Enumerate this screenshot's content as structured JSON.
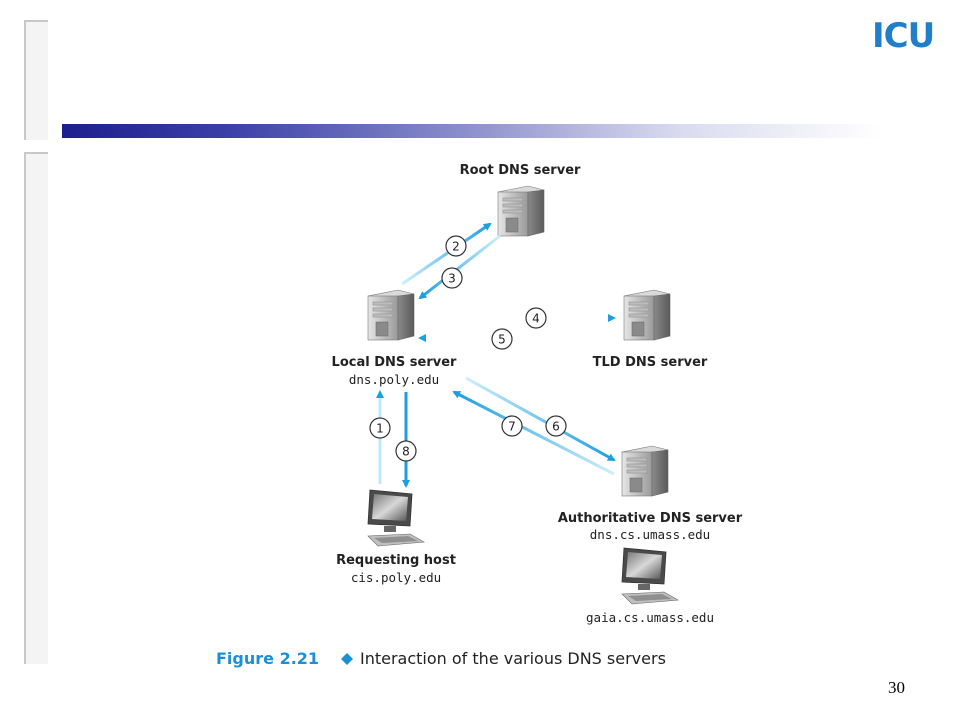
{
  "logo": {
    "text": "ICU"
  },
  "page_number": "30",
  "nodes": {
    "root": {
      "label": "Root DNS server"
    },
    "local": {
      "label": "Local DNS server",
      "host": "dns.poly.edu"
    },
    "tld": {
      "label": "TLD DNS server"
    },
    "authoritative": {
      "label": "Authoritative DNS server",
      "host": "dns.cs.umass.edu"
    },
    "requesting": {
      "label": "Requesting host",
      "host": "cis.poly.edu"
    },
    "gaia": {
      "host": "gaia.cs.umass.edu"
    }
  },
  "steps": [
    "1",
    "2",
    "3",
    "4",
    "5",
    "6",
    "7",
    "8"
  ],
  "caption": {
    "figure": "Figure 2.21",
    "text": "Interaction of the various DNS servers"
  },
  "colors": {
    "arrow": "#1c9ee0",
    "title_bar_start": "#1c1f8e",
    "logo": "#1f7fc8",
    "caption_figure": "#1c8fd6"
  }
}
